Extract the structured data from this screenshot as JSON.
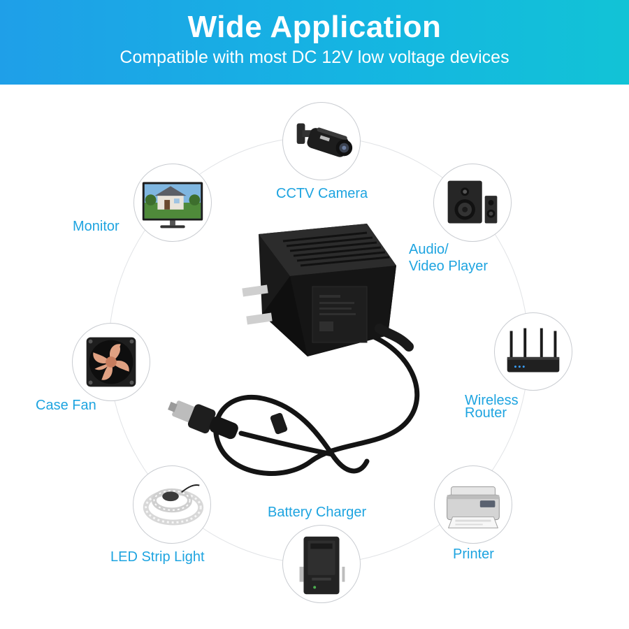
{
  "header": {
    "title": "Wide Application",
    "subtitle": "Compatible with most DC 12V low voltage devices"
  },
  "devices": {
    "cctv_camera": {
      "label": "CCTV Camera",
      "icon": "cctv-camera-icon"
    },
    "monitor": {
      "label": "Monitor",
      "icon": "monitor-icon"
    },
    "audio_video_player": {
      "label_line1": "Audio/",
      "label_line2": "Video Player",
      "icon": "speaker-icon"
    },
    "case_fan": {
      "label": "Case Fan",
      "icon": "case-fan-icon"
    },
    "wireless_router": {
      "label_line1": "Wireless",
      "label_line2": "Router",
      "icon": "router-icon"
    },
    "led_strip_light": {
      "label": "LED Strip Light",
      "icon": "led-strip-icon"
    },
    "battery_charger": {
      "label": "Battery Charger",
      "icon": "battery-charger-icon"
    },
    "printer": {
      "label": "Printer",
      "icon": "printer-icon"
    }
  },
  "product": {
    "icon": "power-adapter-icon"
  },
  "colors": {
    "banner_start": "#1f9fe8",
    "banner_end": "#12c3d6",
    "label": "#1ea4e0",
    "ring": "#e1e3e6"
  }
}
